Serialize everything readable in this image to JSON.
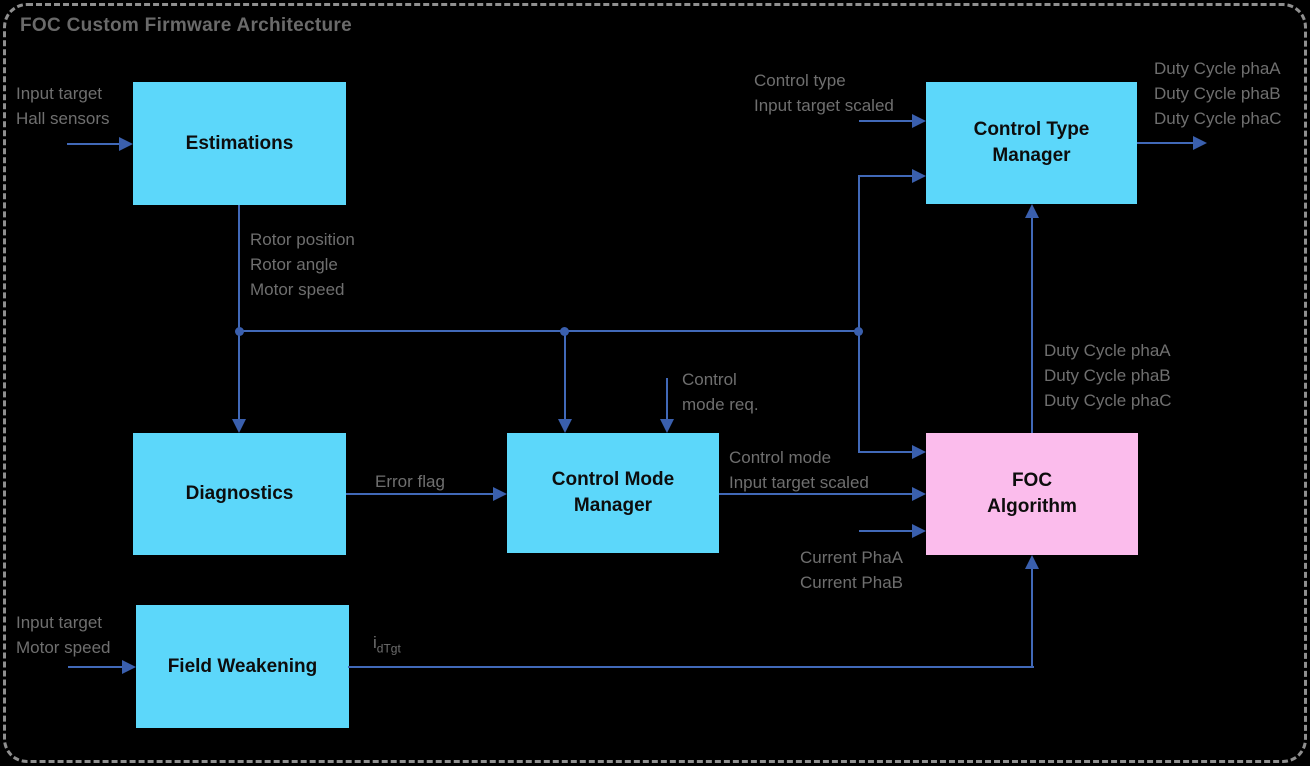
{
  "title": "FOC Custom Firmware Architecture",
  "colors": {
    "background": "#000000",
    "block_fill": "#5CD7FA",
    "block_fill_highlight": "#FBBCEC",
    "connector_blue": "#4169B8",
    "arrowhead_blue": "#3A5FAD",
    "label_gray": "#6F6F6F",
    "title_gray": "#6A6A6A",
    "border_gray": "#8F8F8F"
  },
  "blocks": {
    "estimations": {
      "label": "Estimations"
    },
    "control_type_manager": {
      "line1": "Control Type",
      "line2": "Manager"
    },
    "diagnostics": {
      "label": "Diagnostics"
    },
    "control_mode_manager": {
      "line1": "Control Mode",
      "line2": "Manager"
    },
    "foc_algorithm": {
      "line1": "FOC",
      "line2": "Algorithm"
    },
    "field_weakening": {
      "label": "Field Weakening"
    }
  },
  "labels": {
    "estimations_inputs": [
      "Input target",
      "Hall sensors"
    ],
    "estimations_outputs": [
      "Rotor position",
      "Rotor angle",
      "Motor speed"
    ],
    "control_type_inputs": [
      "Control type",
      "Input target scaled"
    ],
    "duty_cycle_outputs": [
      "Duty Cycle phaA",
      "Duty Cycle phaB",
      "Duty Cycle phaC"
    ],
    "duty_cycle_internal": [
      "Duty Cycle phaA",
      "Duty Cycle phaB",
      "Duty Cycle phaC"
    ],
    "control_mode_request": [
      "Control",
      "mode req."
    ],
    "error_flag": "Error flag",
    "control_mode_outputs": [
      "Control mode",
      "Input target scaled"
    ],
    "current_inputs": [
      "Current PhaA",
      "Current PhaB"
    ],
    "field_weakening_inputs": [
      "Input target",
      "Motor speed"
    ],
    "idtgt_main": "i",
    "idtgt_sub": "dTgt"
  }
}
